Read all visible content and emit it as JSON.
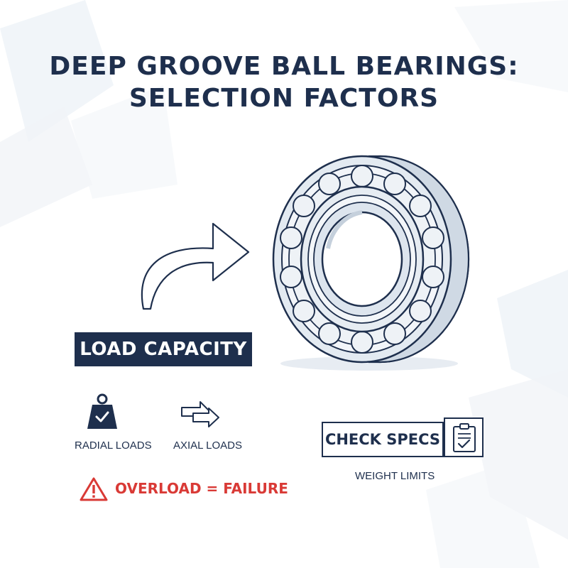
{
  "title": {
    "line1": "DEEP GROOVE BALL BEARINGS:",
    "line2": "SELECTION FACTORS"
  },
  "load_capacity": {
    "label": "LOAD CAPACITY"
  },
  "radial": {
    "label": "RADIAL LOADS",
    "icon": "weight-icon"
  },
  "axial": {
    "label": "AXIAL LOADS",
    "icon": "double-arrow-icon"
  },
  "warning": {
    "label": "OVERLOAD = FAILURE",
    "icon": "warning-icon",
    "color": "#d93a36"
  },
  "specs": {
    "label": "CHECK SPECS",
    "icon": "clipboard-check-icon",
    "sublabel": "WEIGHT LIMITS"
  },
  "colors": {
    "navy": "#1e2f4d",
    "red": "#d93a36",
    "steel": "#dfe7ef"
  }
}
